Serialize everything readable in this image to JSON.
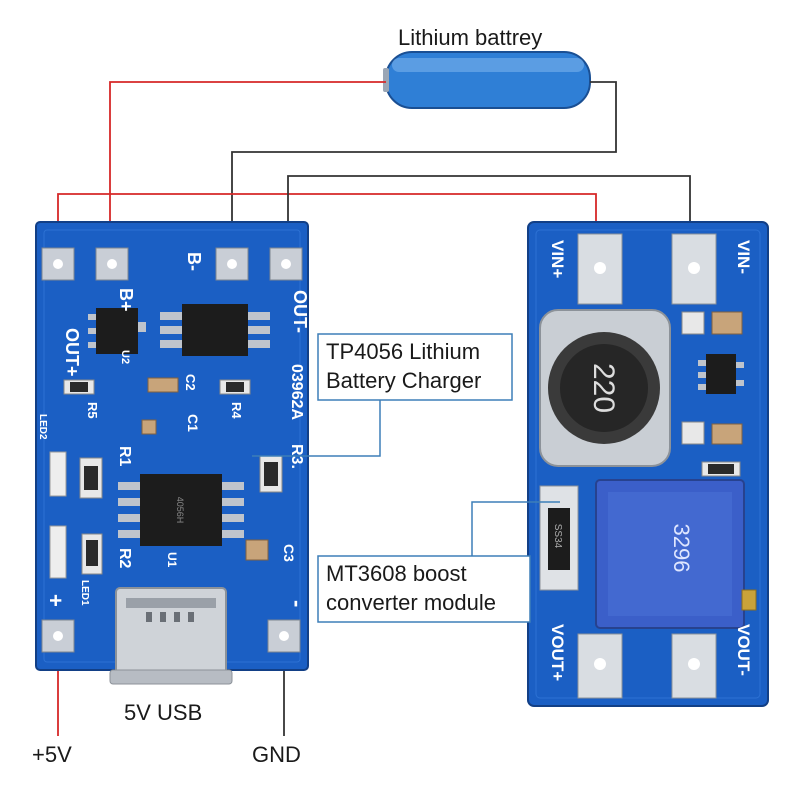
{
  "labels": {
    "battery": "Lithium battrey",
    "usb": "5V USB",
    "plus5v": "+5V",
    "gnd": "GND"
  },
  "callouts": {
    "charger": [
      "TP4056 Lithium",
      "Battery Charger"
    ],
    "boost": [
      "MT3608 boost",
      "converter module"
    ]
  },
  "charger_board": {
    "pin_out_plus": "OUT+",
    "pin_b_plus": "B+",
    "pin_b_minus": "B-",
    "pin_out_minus": "OUT-",
    "pin_in_plus": "+",
    "pin_in_minus": "-",
    "code": "03962A",
    "r3": "R3.",
    "r1": "R1",
    "r2": "R2",
    "r4": "R4",
    "r5": "R5",
    "c1": "C1",
    "c2": "C2",
    "c3": "C3",
    "u1": "U1",
    "u2": "U2",
    "led1": "LED1",
    "led2": "LED2",
    "chip_marking": "4056H"
  },
  "boost_board": {
    "vin_plus": "VIN+",
    "vin_minus": "VIN-",
    "vout_plus": "VOUT+",
    "vout_minus": "VOUT-",
    "inductor": "220",
    "pot": "3296",
    "diode": "SS34"
  },
  "colors": {
    "pcb_blue": "#1b5fc4",
    "pcb_dark": "#0f3f8f",
    "wire_red": "#d62828",
    "wire_black": "#333333",
    "callout_line": "#3d7fb8",
    "battery": "#2f7fd6"
  }
}
